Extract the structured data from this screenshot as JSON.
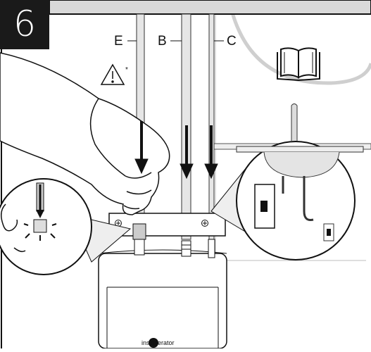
{
  "step": {
    "number": "6"
  },
  "pipe_labels": [
    "E",
    "B",
    "C"
  ],
  "brand": {
    "text": "insinkerator"
  },
  "colors": {
    "frame": "#1a1a1a",
    "top_bar": "#d9d9d9",
    "pipe_fill": "#e6e6e6",
    "stroke": "#111111",
    "background": "#ffffff"
  },
  "icons": [
    "manual-book-icon",
    "warning-icon",
    "down-arrow-icon",
    "ear-icon",
    "magnifier-callout"
  ]
}
